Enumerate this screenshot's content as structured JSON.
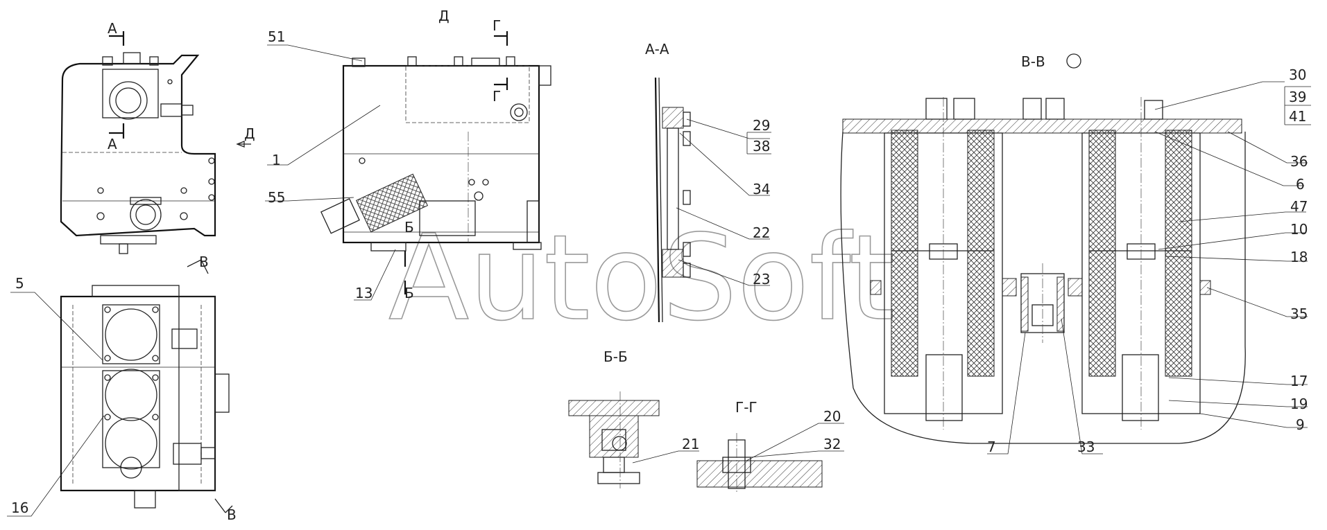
{
  "views": {
    "aa": "А-А",
    "bb": "Б-Б",
    "vv": "В-В",
    "gg": "Г-Г",
    "d": "Д"
  },
  "cut_letters": {
    "a": "А",
    "b": "Б",
    "v": "В",
    "g": "Г",
    "d": "Д"
  },
  "watermark": "AutoSoft",
  "callouts": [
    "1",
    "5",
    "51",
    "55",
    "13",
    "16",
    "29",
    "38",
    "34",
    "22",
    "23",
    "21",
    "20",
    "32",
    "30",
    "39",
    "41",
    "36",
    "6",
    "47",
    "10",
    "18",
    "35",
    "17",
    "19",
    "9",
    "7",
    "33"
  ]
}
